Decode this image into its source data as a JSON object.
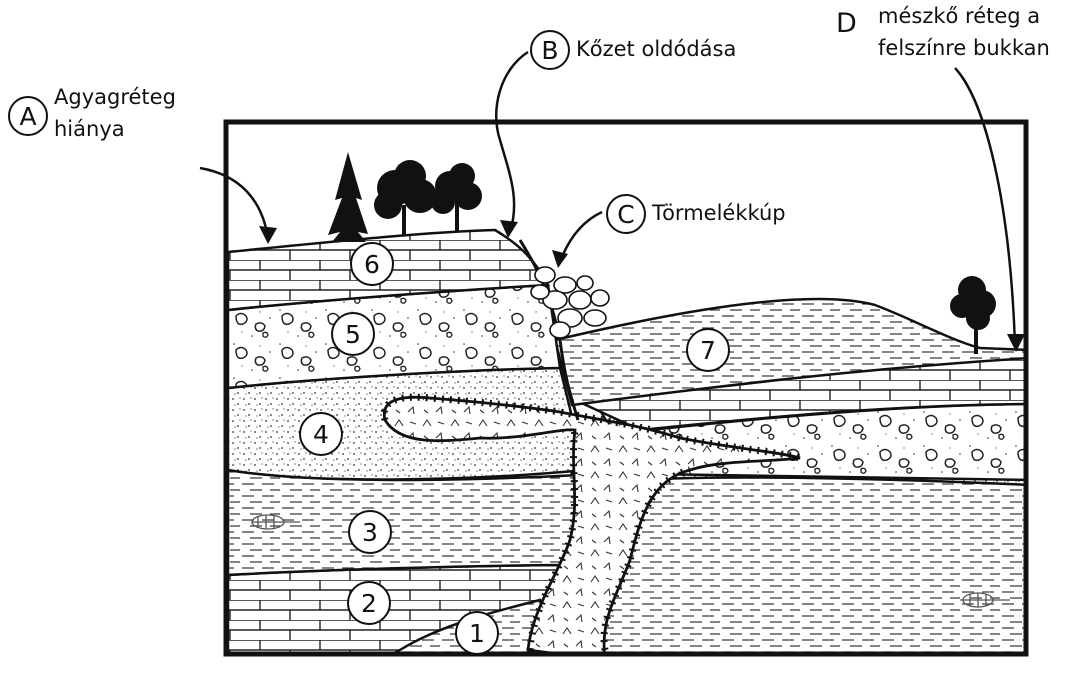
{
  "callouts": {
    "a": {
      "letter": "A",
      "line1": "Agyagréteg",
      "line2": "hiánya"
    },
    "b": {
      "letter": "B",
      "text": "Kőzet oldódása"
    },
    "c": {
      "letter": "C",
      "text": "Törmelékkúp"
    },
    "d": {
      "letter": "D",
      "line1": "mészkő réteg a",
      "line2": "felszínre bukkan"
    }
  },
  "layers": [
    "1",
    "2",
    "3",
    "4",
    "5",
    "6",
    "7"
  ],
  "colors": {
    "ink": "#111111",
    "fill": "#ffffff"
  }
}
